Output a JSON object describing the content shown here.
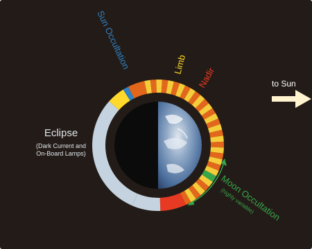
{
  "labels": {
    "sun_occultation": "Sun Occultation",
    "limb": "Limb",
    "nadir": "Nadir",
    "to_sun": "to Sun",
    "eclipse_title": "Eclipse",
    "eclipse_sub1": "(Dark Current and",
    "eclipse_sub2": "On-Board Lamps)",
    "moon_occultation": "Moon Occultation",
    "moon_sub": "(highly variable)"
  },
  "colors": {
    "background": "#231b17",
    "eclipse": "#c4d3df",
    "sun_occultation": "#2f82c4",
    "limb": "#ffd92b",
    "nadir": "#e63a23",
    "stripe_light": "#f5cc3a",
    "stripe_dark": "#e2671c",
    "moon_occultation": "#38a64a",
    "sun_arrow": "#fff4cf",
    "earth_dark": "#0b0b0b",
    "earth_ocean": "#4a6d9b"
  },
  "icons": {
    "earth": "earth-half-disc-icon",
    "sun_direction": "arrow-right-icon"
  }
}
